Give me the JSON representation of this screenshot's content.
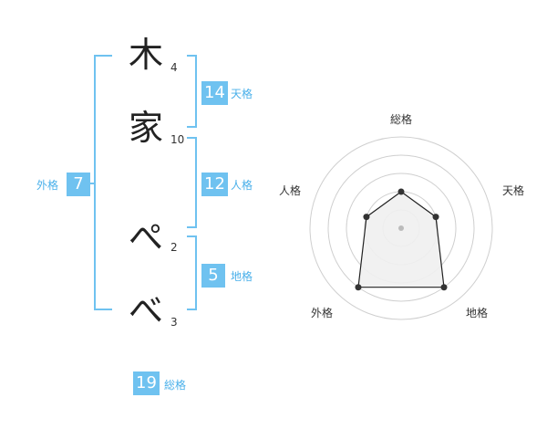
{
  "name_chars": [
    {
      "char": "木",
      "strokes": "4"
    },
    {
      "char": "家",
      "strokes": "10"
    },
    {
      "char": "ぺ",
      "strokes": "2"
    },
    {
      "char": "べ",
      "strokes": "3"
    }
  ],
  "fortune": {
    "tenkaku": {
      "value": "14",
      "label": "天格"
    },
    "jinkaku": {
      "value": "12",
      "label": "人格"
    },
    "chikaku": {
      "value": "5",
      "label": "地格"
    },
    "gaikaku": {
      "value": "7",
      "label": "外格"
    },
    "soukaku": {
      "value": "19",
      "label": "総格"
    }
  },
  "radar": {
    "labels": {
      "top": "総格",
      "upper_right": "天格",
      "lower_right": "地格",
      "lower_left": "外格",
      "upper_left": "人格"
    },
    "scores": {
      "総格": 2,
      "天格": 2,
      "地格": 4,
      "外格": 4,
      "人格": 2
    },
    "max_score": 5,
    "accent": "#6fc2f0"
  }
}
